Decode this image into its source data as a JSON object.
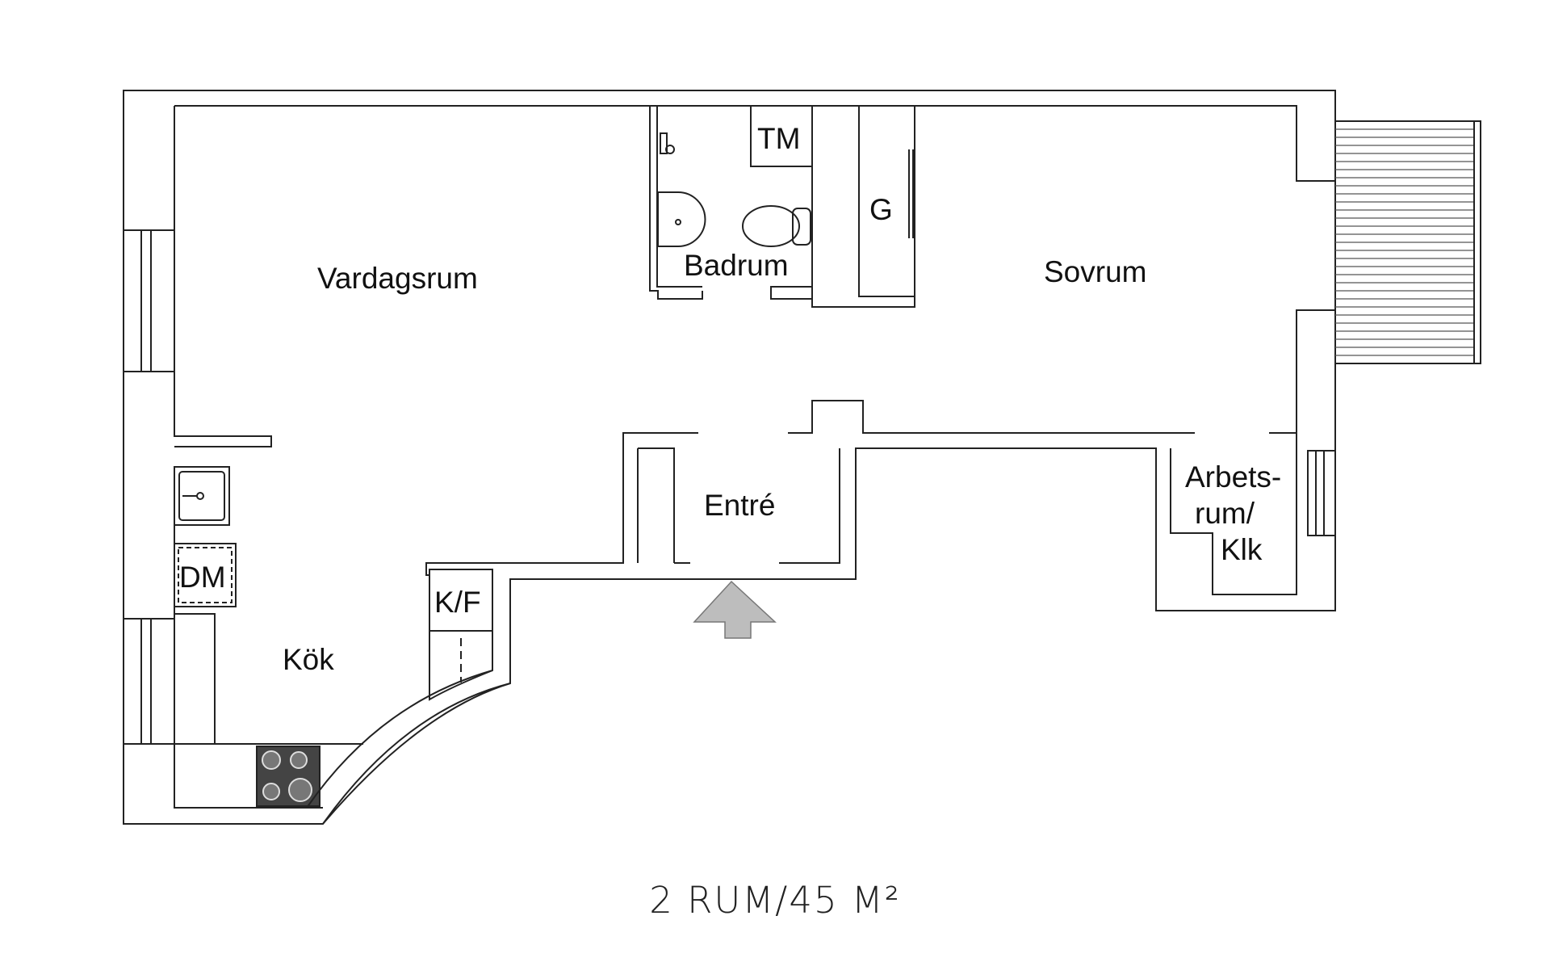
{
  "rooms": {
    "vardagsrum": "Vardagsrum",
    "badrum": "Badrum",
    "tm": "TM",
    "g": "G",
    "sovrum": "Sovrum",
    "entre": "Entré",
    "arbets_line1": "Arbets-",
    "arbets_line2": "rum/",
    "arbets_line3": "Klk",
    "dm": "DM",
    "kf": "K/F",
    "kok": "Kök"
  },
  "summary": "2 RUM/45 M²",
  "icons": {
    "entrance": "entrance-arrow-icon",
    "stove": "stove-icon",
    "sink": "kitchen-sink-icon",
    "toilet": "toilet-icon",
    "washbasin": "washbasin-icon",
    "balcony": "balcony-icon"
  },
  "colors": {
    "wall": "#222222",
    "arrow": "#bdbdbd",
    "stove": "#444444"
  }
}
